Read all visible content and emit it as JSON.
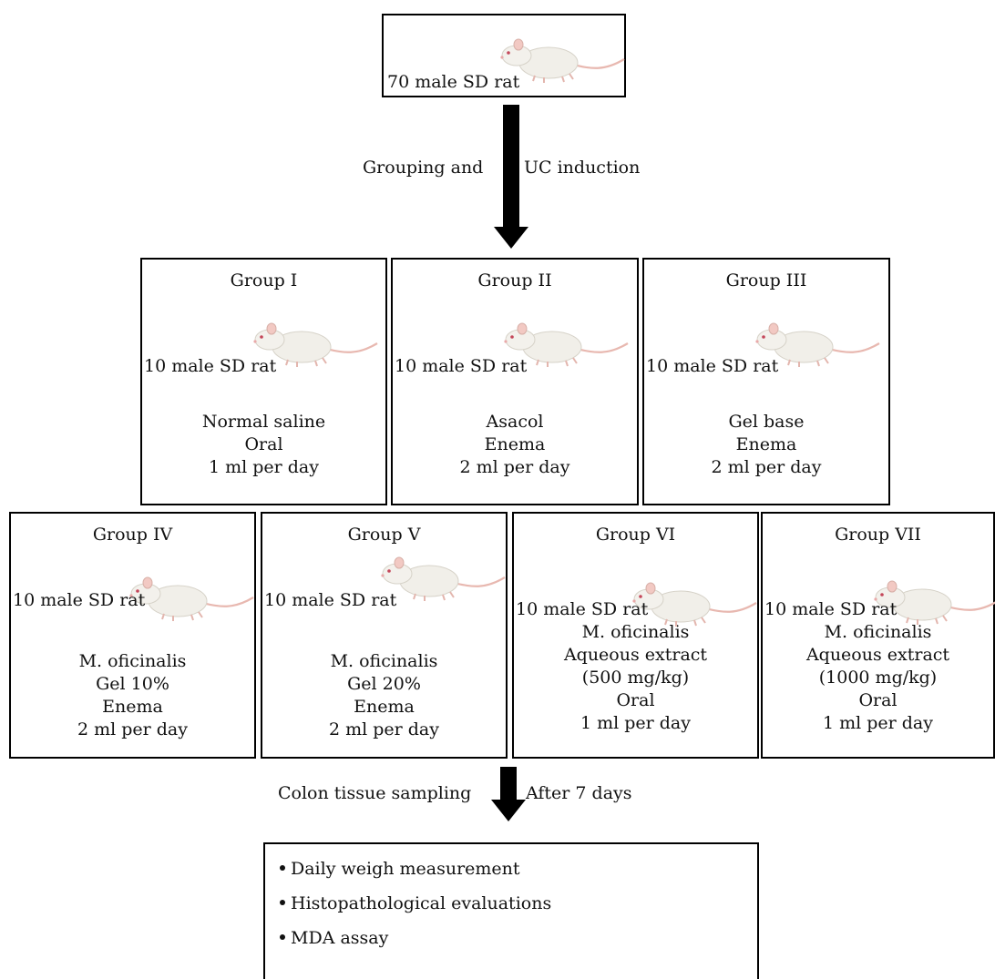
{
  "top": {
    "rat_label": "70 male SD rat",
    "icon": "rat-icon"
  },
  "arrow1": {
    "left_label": "Grouping and",
    "right_label": "UC induction"
  },
  "groups": [
    {
      "title": "Group I",
      "rat_label": "10 male SD rat",
      "lines": [
        "Normal saline",
        "Oral",
        "1 ml per day"
      ]
    },
    {
      "title": "Group II",
      "rat_label": "10 male SD rat",
      "lines": [
        "Asacol",
        "Enema",
        "2 ml per day"
      ]
    },
    {
      "title": "Group III",
      "rat_label": "10 male SD rat",
      "lines": [
        "Gel base",
        "Enema",
        "2 ml per day"
      ]
    },
    {
      "title": "Group IV",
      "rat_label": "10 male SD rat",
      "lines": [
        "M. oficinalis",
        "Gel 10%",
        "Enema",
        "2 ml per day"
      ]
    },
    {
      "title": "Group V",
      "rat_label": "10 male SD rat",
      "lines": [
        "M. oficinalis",
        "Gel 20%",
        "Enema",
        "2 ml per day"
      ]
    },
    {
      "title": "Group VI",
      "rat_label": "10 male SD rat",
      "lines": [
        "M. oficinalis",
        "Aqueous extract",
        "(500 mg/kg)",
        "Oral",
        "1 ml per day"
      ]
    },
    {
      "title": "Group VII",
      "rat_label": "10 male SD rat",
      "lines": [
        "M. oficinalis",
        "Aqueous extract",
        "(1000 mg/kg)",
        "Oral",
        "1 ml per day"
      ]
    }
  ],
  "arrow2": {
    "left_label": "Colon tissue sampling",
    "right_label": "After 7 days"
  },
  "outcomes": [
    "Daily weigh measurement",
    "Histopathological evaluations",
    "MDA assay"
  ]
}
